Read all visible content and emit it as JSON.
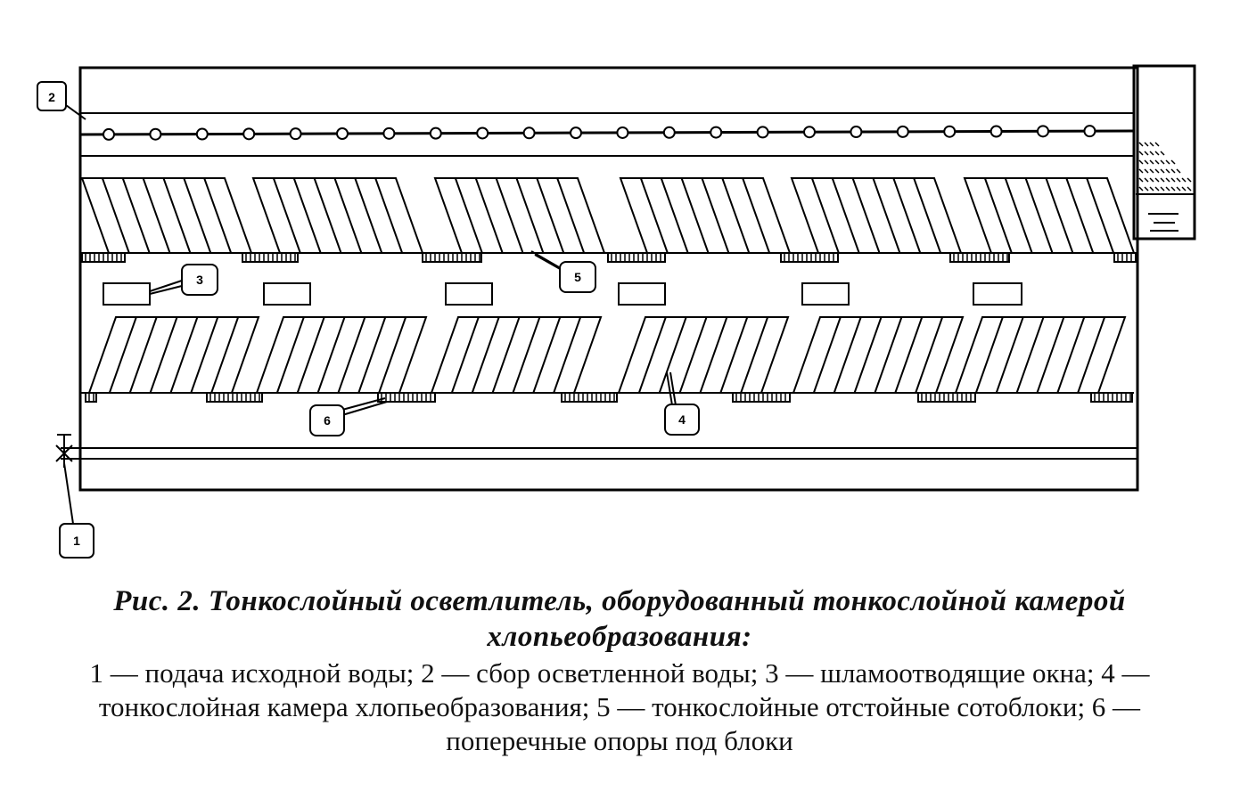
{
  "figure": {
    "callouts": [
      "1",
      "2",
      "3",
      "4",
      "5",
      "6"
    ]
  },
  "caption": {
    "title": "Рис. 2. Тонкослойный осветлитель, оборудованный тонкослойной камерой хлопьеобразования:",
    "legend": "1 — подача исходной воды; 2 — сбор осветленной воды; 3 — шламоотводящие окна; 4 — тонкослойная камера хлопьеобразования; 5 — тонкослойные отстойные сотоблоки; 6 — поперечные опоры под блоки"
  }
}
